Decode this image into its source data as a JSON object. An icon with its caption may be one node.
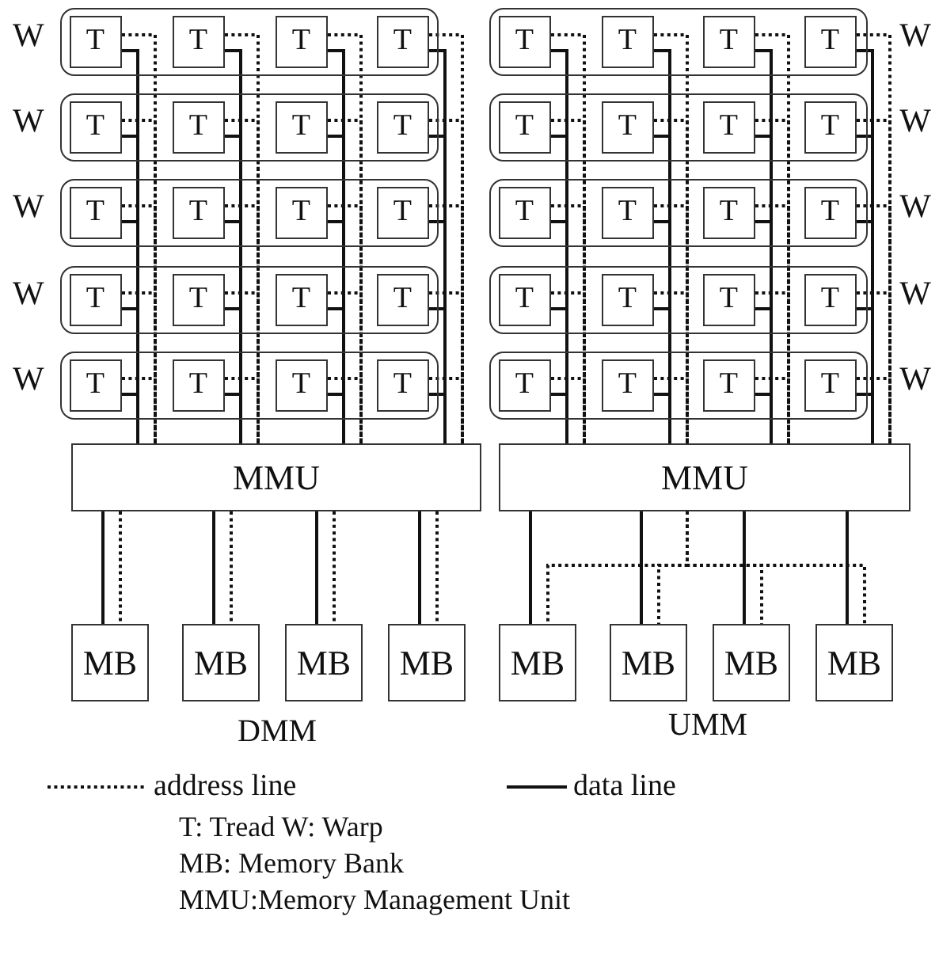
{
  "diagram": {
    "nodes": [
      {
        "text": [
          "W"
        ]
      },
      {
        "text": [
          "T"
        ],
        "in": 0
      },
      {
        "text": [
          "T"
        ],
        "in": 0
      },
      {
        "text": [
          "T"
        ],
        "in": 0
      },
      {
        "text": [
          "T"
        ],
        "in": 0
      },
      {
        "text": [
          "W"
        ]
      },
      {
        "text": [
          "T"
        ],
        "in": 5
      },
      {
        "text": [
          "T"
        ],
        "in": 5
      },
      {
        "text": [
          "T"
        ],
        "in": 5
      },
      {
        "text": [
          "T"
        ],
        "in": 5
      },
      {
        "text": [
          "W"
        ]
      },
      {
        "text": [
          "T"
        ],
        "in": 10
      },
      {
        "text": [
          "T"
        ],
        "in": 10
      },
      {
        "text": [
          "T"
        ],
        "in": 10
      },
      {
        "text": [
          "T"
        ],
        "in": 10
      },
      {
        "text": [
          "W"
        ]
      },
      {
        "text": [
          "T"
        ],
        "in": 15
      },
      {
        "text": [
          "T"
        ],
        "in": 15
      },
      {
        "text": [
          "T"
        ],
        "in": 15
      },
      {
        "text": [
          "T"
        ],
        "in": 15
      },
      {
        "text": [
          "W"
        ]
      },
      {
        "text": [
          "T"
        ],
        "in": 20
      },
      {
        "text": [
          "T"
        ],
        "in": 20
      },
      {
        "text": [
          "T"
        ],
        "in": 20
      },
      {
        "text": [
          "T"
        ],
        "in": 20
      },
      {
        "text": [
          "W"
        ]
      },
      {
        "text": [
          "T"
        ],
        "in": 25
      },
      {
        "text": [
          "T"
        ],
        "in": 25
      },
      {
        "text": [
          "T"
        ],
        "in": 25
      },
      {
        "text": [
          "T"
        ],
        "in": 25
      },
      {
        "text": [
          "W"
        ]
      },
      {
        "text": [
          "T"
        ],
        "in": 30
      },
      {
        "text": [
          "T"
        ],
        "in": 30
      },
      {
        "text": [
          "T"
        ],
        "in": 30
      },
      {
        "text": [
          "T"
        ],
        "in": 30
      },
      {
        "text": [
          "W"
        ]
      },
      {
        "text": [
          "T"
        ],
        "in": 35
      },
      {
        "text": [
          "T"
        ],
        "in": 35
      },
      {
        "text": [
          "T"
        ],
        "in": 35
      },
      {
        "text": [
          "T"
        ],
        "in": 35
      },
      {
        "text": [
          "W"
        ]
      },
      {
        "text": [
          "T"
        ],
        "in": 40
      },
      {
        "text": [
          "T"
        ],
        "in": 40
      },
      {
        "text": [
          "T"
        ],
        "in": 40
      },
      {
        "text": [
          "T"
        ],
        "in": 40
      },
      {
        "text": [
          "W"
        ]
      },
      {
        "text": [
          "T"
        ],
        "in": 45
      },
      {
        "text": [
          "T"
        ],
        "in": 45
      },
      {
        "text": [
          "T"
        ],
        "in": 45
      },
      {
        "text": [
          "T"
        ],
        "in": 45
      },
      {
        "text": [
          "MMU"
        ]
      },
      {
        "text": [
          "MMU"
        ]
      },
      {
        "text": [
          "MB"
        ]
      },
      {
        "text": [
          "MB"
        ]
      },
      {
        "text": [
          "MB"
        ]
      },
      {
        "text": [
          "MB"
        ]
      },
      {
        "text": [
          "MB"
        ]
      },
      {
        "text": [
          "MB"
        ]
      },
      {
        "text": [
          "MB"
        ]
      },
      {
        "text": [
          "MB"
        ]
      }
    ],
    "edges": [
      {
        "from": 1,
        "to": 50,
        "arrow": "none"
      },
      {
        "from": 1,
        "to": 50,
        "arrow": "none",
        "style": "dashed"
      },
      {
        "from": 2,
        "to": 50,
        "arrow": "none"
      },
      {
        "from": 2,
        "to": 50,
        "arrow": "none",
        "style": "dashed"
      },
      {
        "from": 3,
        "to": 50,
        "arrow": "none"
      },
      {
        "from": 3,
        "to": 50,
        "arrow": "none",
        "style": "dashed"
      },
      {
        "from": 4,
        "to": 50,
        "arrow": "none"
      },
      {
        "from": 4,
        "to": 50,
        "arrow": "none",
        "style": "dashed"
      },
      {
        "from": 6,
        "to": 50,
        "arrow": "none"
      },
      {
        "from": 6,
        "to": 50,
        "arrow": "none",
        "style": "dashed"
      },
      {
        "from": 7,
        "to": 50,
        "arrow": "none"
      },
      {
        "from": 7,
        "to": 50,
        "arrow": "none",
        "style": "dashed"
      },
      {
        "from": 8,
        "to": 50,
        "arrow": "none"
      },
      {
        "from": 8,
        "to": 50,
        "arrow": "none",
        "style": "dashed"
      },
      {
        "from": 9,
        "to": 50,
        "arrow": "none"
      },
      {
        "from": 9,
        "to": 50,
        "arrow": "none",
        "style": "dashed"
      },
      {
        "from": 11,
        "to": 50,
        "arrow": "none"
      },
      {
        "from": 11,
        "to": 50,
        "arrow": "none",
        "style": "dashed"
      },
      {
        "from": 12,
        "to": 50,
        "arrow": "none"
      },
      {
        "from": 12,
        "to": 50,
        "arrow": "none",
        "style": "dashed"
      },
      {
        "from": 13,
        "to": 50,
        "arrow": "none"
      },
      {
        "from": 13,
        "to": 50,
        "arrow": "none",
        "style": "dashed"
      },
      {
        "from": 14,
        "to": 50,
        "arrow": "none"
      },
      {
        "from": 14,
        "to": 50,
        "arrow": "none",
        "style": "dashed"
      },
      {
        "from": 16,
        "to": 50,
        "arrow": "none"
      },
      {
        "from": 16,
        "to": 50,
        "arrow": "none",
        "style": "dashed"
      },
      {
        "from": 17,
        "to": 50,
        "arrow": "none"
      },
      {
        "from": 17,
        "to": 50,
        "arrow": "none",
        "style": "dashed"
      },
      {
        "from": 18,
        "to": 50,
        "arrow": "none"
      },
      {
        "from": 18,
        "to": 50,
        "arrow": "none",
        "style": "dashed"
      },
      {
        "from": 19,
        "to": 50,
        "arrow": "none"
      },
      {
        "from": 19,
        "to": 50,
        "arrow": "none",
        "style": "dashed"
      },
      {
        "from": 21,
        "to": 50,
        "arrow": "none"
      },
      {
        "from": 21,
        "to": 50,
        "arrow": "none",
        "style": "dashed"
      },
      {
        "from": 22,
        "to": 50,
        "arrow": "none"
      },
      {
        "from": 22,
        "to": 50,
        "arrow": "none",
        "style": "dashed"
      },
      {
        "from": 23,
        "to": 50,
        "arrow": "none"
      },
      {
        "from": 23,
        "to": 50,
        "arrow": "none",
        "style": "dashed"
      },
      {
        "from": 24,
        "to": 50,
        "arrow": "none"
      },
      {
        "from": 24,
        "to": 50,
        "arrow": "none",
        "style": "dashed"
      },
      {
        "from": 26,
        "to": 51,
        "arrow": "none"
      },
      {
        "from": 26,
        "to": 51,
        "arrow": "none",
        "style": "dashed"
      },
      {
        "from": 27,
        "to": 51,
        "arrow": "none"
      },
      {
        "from": 27,
        "to": 51,
        "arrow": "none",
        "style": "dashed"
      },
      {
        "from": 28,
        "to": 51,
        "arrow": "none"
      },
      {
        "from": 28,
        "to": 51,
        "arrow": "none",
        "style": "dashed"
      },
      {
        "from": 29,
        "to": 51,
        "arrow": "none"
      },
      {
        "from": 29,
        "to": 51,
        "arrow": "none",
        "style": "dashed"
      },
      {
        "from": 31,
        "to": 51,
        "arrow": "none"
      },
      {
        "from": 31,
        "to": 51,
        "arrow": "none",
        "style": "dashed"
      },
      {
        "from": 32,
        "to": 51,
        "arrow": "none"
      },
      {
        "from": 32,
        "to": 51,
        "arrow": "none",
        "style": "dashed"
      },
      {
        "from": 33,
        "to": 51,
        "arrow": "none"
      },
      {
        "from": 33,
        "to": 51,
        "arrow": "none",
        "style": "dashed"
      },
      {
        "from": 34,
        "to": 51,
        "arrow": "none"
      },
      {
        "from": 34,
        "to": 51,
        "arrow": "none",
        "style": "dashed"
      },
      {
        "from": 36,
        "to": 51,
        "arrow": "none"
      },
      {
        "from": 36,
        "to": 51,
        "arrow": "none",
        "style": "dashed"
      },
      {
        "from": 37,
        "to": 51,
        "arrow": "none"
      },
      {
        "from": 37,
        "to": 51,
        "arrow": "none",
        "style": "dashed"
      },
      {
        "from": 38,
        "to": 51,
        "arrow": "none"
      },
      {
        "from": 38,
        "to": 51,
        "arrow": "none",
        "style": "dashed"
      },
      {
        "from": 39,
        "to": 51,
        "arrow": "none"
      },
      {
        "from": 39,
        "to": 51,
        "arrow": "none",
        "style": "dashed"
      },
      {
        "from": 41,
        "to": 51,
        "arrow": "none"
      },
      {
        "from": 41,
        "to": 51,
        "arrow": "none",
        "style": "dashed"
      },
      {
        "from": 42,
        "to": 51,
        "arrow": "none"
      },
      {
        "from": 42,
        "to": 51,
        "arrow": "none",
        "style": "dashed"
      },
      {
        "from": 43,
        "to": 51,
        "arrow": "none"
      },
      {
        "from": 43,
        "to": 51,
        "arrow": "none",
        "style": "dashed"
      },
      {
        "from": 44,
        "to": 51,
        "arrow": "none"
      },
      {
        "from": 44,
        "to": 51,
        "arrow": "none",
        "style": "dashed"
      },
      {
        "from": 46,
        "to": 51,
        "arrow": "none"
      },
      {
        "from": 46,
        "to": 51,
        "arrow": "none",
        "style": "dashed"
      },
      {
        "from": 47,
        "to": 51,
        "arrow": "none"
      },
      {
        "from": 47,
        "to": 51,
        "arrow": "none",
        "style": "dashed"
      },
      {
        "from": 48,
        "to": 51,
        "arrow": "none"
      },
      {
        "from": 48,
        "to": 51,
        "arrow": "none",
        "style": "dashed"
      },
      {
        "from": 49,
        "to": 51,
        "arrow": "none"
      },
      {
        "from": 49,
        "to": 51,
        "arrow": "none",
        "style": "dashed"
      },
      {
        "from": 50,
        "to": 52,
        "arrow": "none"
      },
      {
        "from": 50,
        "to": 52,
        "arrow": "none",
        "style": "dashed"
      },
      {
        "from": 50,
        "to": 53,
        "arrow": "none"
      },
      {
        "from": 50,
        "to": 53,
        "arrow": "none",
        "style": "dashed"
      },
      {
        "from": 50,
        "to": 54,
        "arrow": "none"
      },
      {
        "from": 50,
        "to": 54,
        "arrow": "none",
        "style": "dashed"
      },
      {
        "from": 50,
        "to": 55,
        "arrow": "none"
      },
      {
        "from": 50,
        "to": 55,
        "arrow": "none",
        "style": "dashed"
      },
      {
        "from": 51,
        "to": 56,
        "arrow": "none"
      },
      {
        "from": 51,
        "to": 56,
        "arrow": "none",
        "style": "dashed"
      },
      {
        "from": 51,
        "to": 57,
        "arrow": "none"
      },
      {
        "from": 51,
        "to": 57,
        "arrow": "none",
        "style": "dashed"
      },
      {
        "from": 51,
        "to": 58,
        "arrow": "none"
      },
      {
        "from": 51,
        "to": 58,
        "arrow": "none",
        "style": "dashed"
      },
      {
        "from": 51,
        "to": 59,
        "arrow": "none"
      },
      {
        "from": 51,
        "to": 59,
        "arrow": "none",
        "style": "dashed"
      }
    ],
    "labels": [
      "DMM",
      "UMM",
      "T: Tread W: Warp",
      "MB: Memory Bank",
      "MMU:Memory Management Unit"
    ],
    "legend": [
      {
        "text": "address line"
      },
      {
        "text": "data line"
      }
    ]
  }
}
